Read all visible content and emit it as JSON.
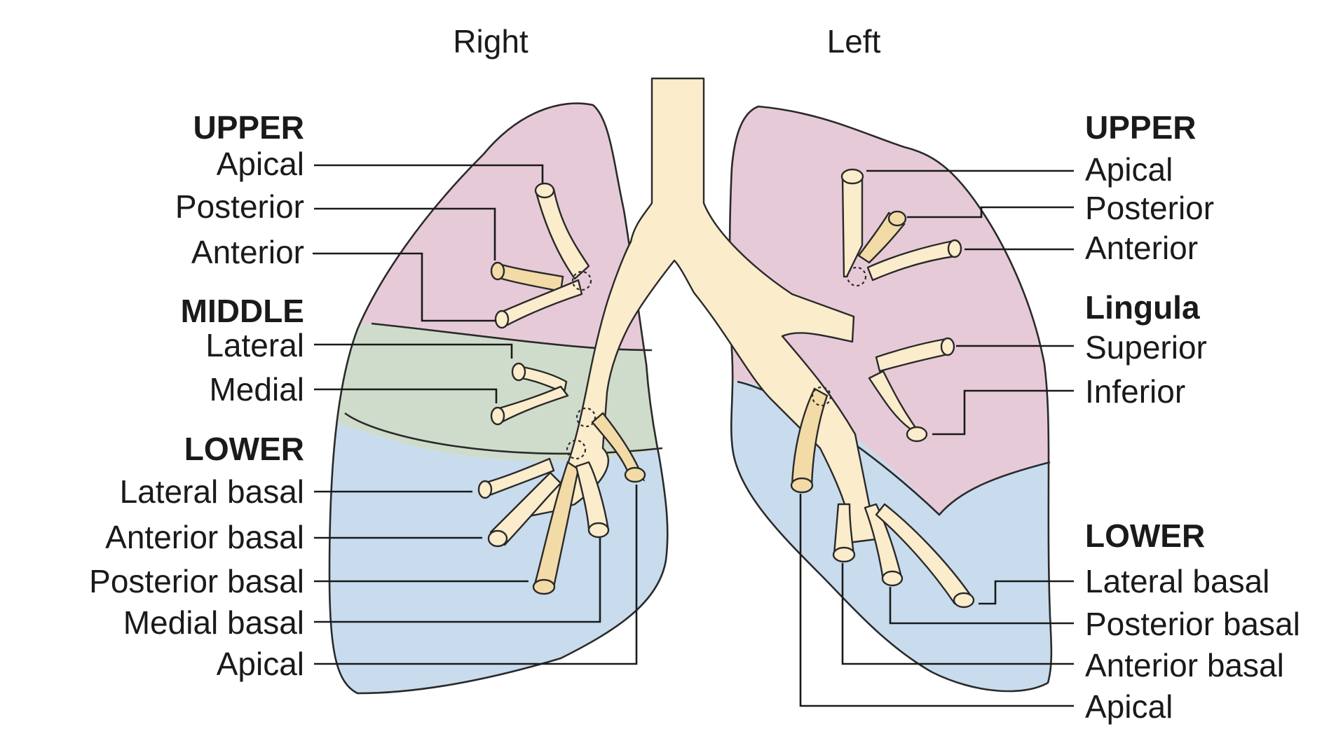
{
  "colors": {
    "upper_lobe": "#e7cad8",
    "middle_lobe": "#cfdccb",
    "lower_lobe": "#c8dcee",
    "bronchus": "#fbeccc",
    "bronchus_segment": "#f3dba8",
    "outline": "#2a2a2a"
  },
  "titles": {
    "right": "Right",
    "left": "Left"
  },
  "right_lung": {
    "upper": {
      "header": "UPPER",
      "apical": "Apical",
      "posterior": "Posterior",
      "anterior": "Anterior"
    },
    "middle": {
      "header": "MIDDLE",
      "lateral": "Lateral",
      "medial": "Medial"
    },
    "lower": {
      "header": "LOWER",
      "lateral_basal": "Lateral basal",
      "anterior_basal": "Anterior basal",
      "posterior_basal": "Posterior basal",
      "medial_basal": "Medial basal",
      "apical": "Apical"
    }
  },
  "left_lung": {
    "upper": {
      "header": "UPPER",
      "apical": "Apical",
      "posterior": "Posterior",
      "anterior": "Anterior"
    },
    "lingula": {
      "header": "Lingula",
      "superior": "Superior",
      "inferior": "Inferior"
    },
    "lower": {
      "header": "LOWER",
      "lateral_basal": "Lateral basal",
      "posterior_basal": "Posterior basal",
      "anterior_basal": "Anterior basal",
      "apical": "Apical"
    }
  }
}
